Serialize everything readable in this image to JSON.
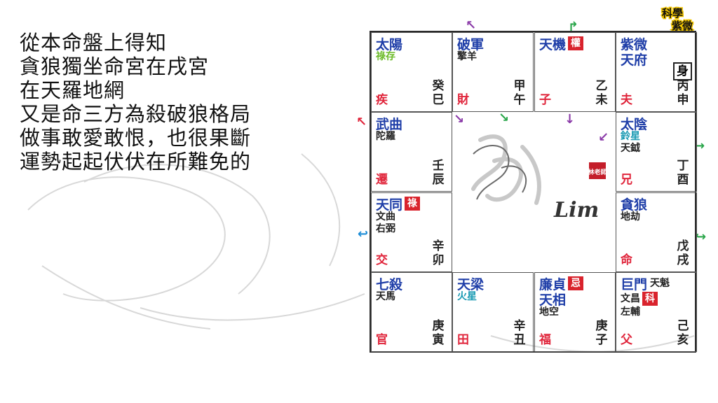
{
  "text_lines": [
    "從本命盤上得知",
    "貪狼獨坐命宮在戌宮",
    "在天羅地網",
    "又是命三方為殺破狼格局",
    "做事敢愛敢恨，也很果斷",
    "運勢起起伏伏在所難免的"
  ],
  "logo": {
    "line1": "科學",
    "line2": "紫微"
  },
  "colors": {
    "main_star": "#1f3ea8",
    "palace": "#e0253b",
    "tag_bg": "#d9232d",
    "lu_green": "#6dbb2b"
  },
  "cells": {
    "si": {
      "main": "太陽",
      "sub": [
        "祿存"
      ],
      "gz1": "癸",
      "gz2": "巳",
      "palace": "疾"
    },
    "wu": {
      "main": "破軍",
      "sub": [
        "擎羊"
      ],
      "gz1": "甲",
      "gz2": "午",
      "palace": "財"
    },
    "wei": {
      "main": "天機",
      "tag": "權",
      "gz1": "乙",
      "gz2": "未",
      "palace": "子"
    },
    "shen": {
      "main1": "紫微",
      "main2": "天府",
      "body": "身",
      "gz1": "丙",
      "gz2": "申",
      "palace": "夫"
    },
    "chen": {
      "main": "武曲",
      "sub": [
        "陀羅"
      ],
      "gz1": "壬",
      "gz2": "辰",
      "palace": "遷"
    },
    "you": {
      "main": "太陰",
      "sub": [
        "鈴星",
        "天鉞"
      ],
      "gz1": "丁",
      "gz2": "酉",
      "palace": "兄"
    },
    "mao": {
      "main": "天同",
      "tag": "祿",
      "sub": [
        "文曲",
        "右弼"
      ],
      "gz1": "辛",
      "gz2": "卯",
      "palace": "交"
    },
    "xu": {
      "main": "貪狼",
      "sub": [
        "地劫"
      ],
      "gz1": "戊",
      "gz2": "戌",
      "palace": "命"
    },
    "yin": {
      "main": "七殺",
      "sub": [
        "天馬"
      ],
      "gz1": "庚",
      "gz2": "寅",
      "palace": "官"
    },
    "chou": {
      "main": "天梁",
      "sub": [
        "火星"
      ],
      "gz1": "辛",
      "gz2": "丑",
      "palace": "田"
    },
    "zi": {
      "main1": "廉貞",
      "tag": "忌",
      "main2": "天相",
      "sub": [
        "地空"
      ],
      "gz1": "庚",
      "gz2": "子",
      "palace": "福"
    },
    "hai": {
      "main": "巨門",
      "extra": "天魁",
      "sub1": "文昌",
      "tag": "科",
      "sub2": "左輔",
      "gz1": "己",
      "gz2": "亥",
      "palace": "父"
    }
  },
  "center_logo": {
    "sign": "Lim",
    "seal": "林老師"
  }
}
